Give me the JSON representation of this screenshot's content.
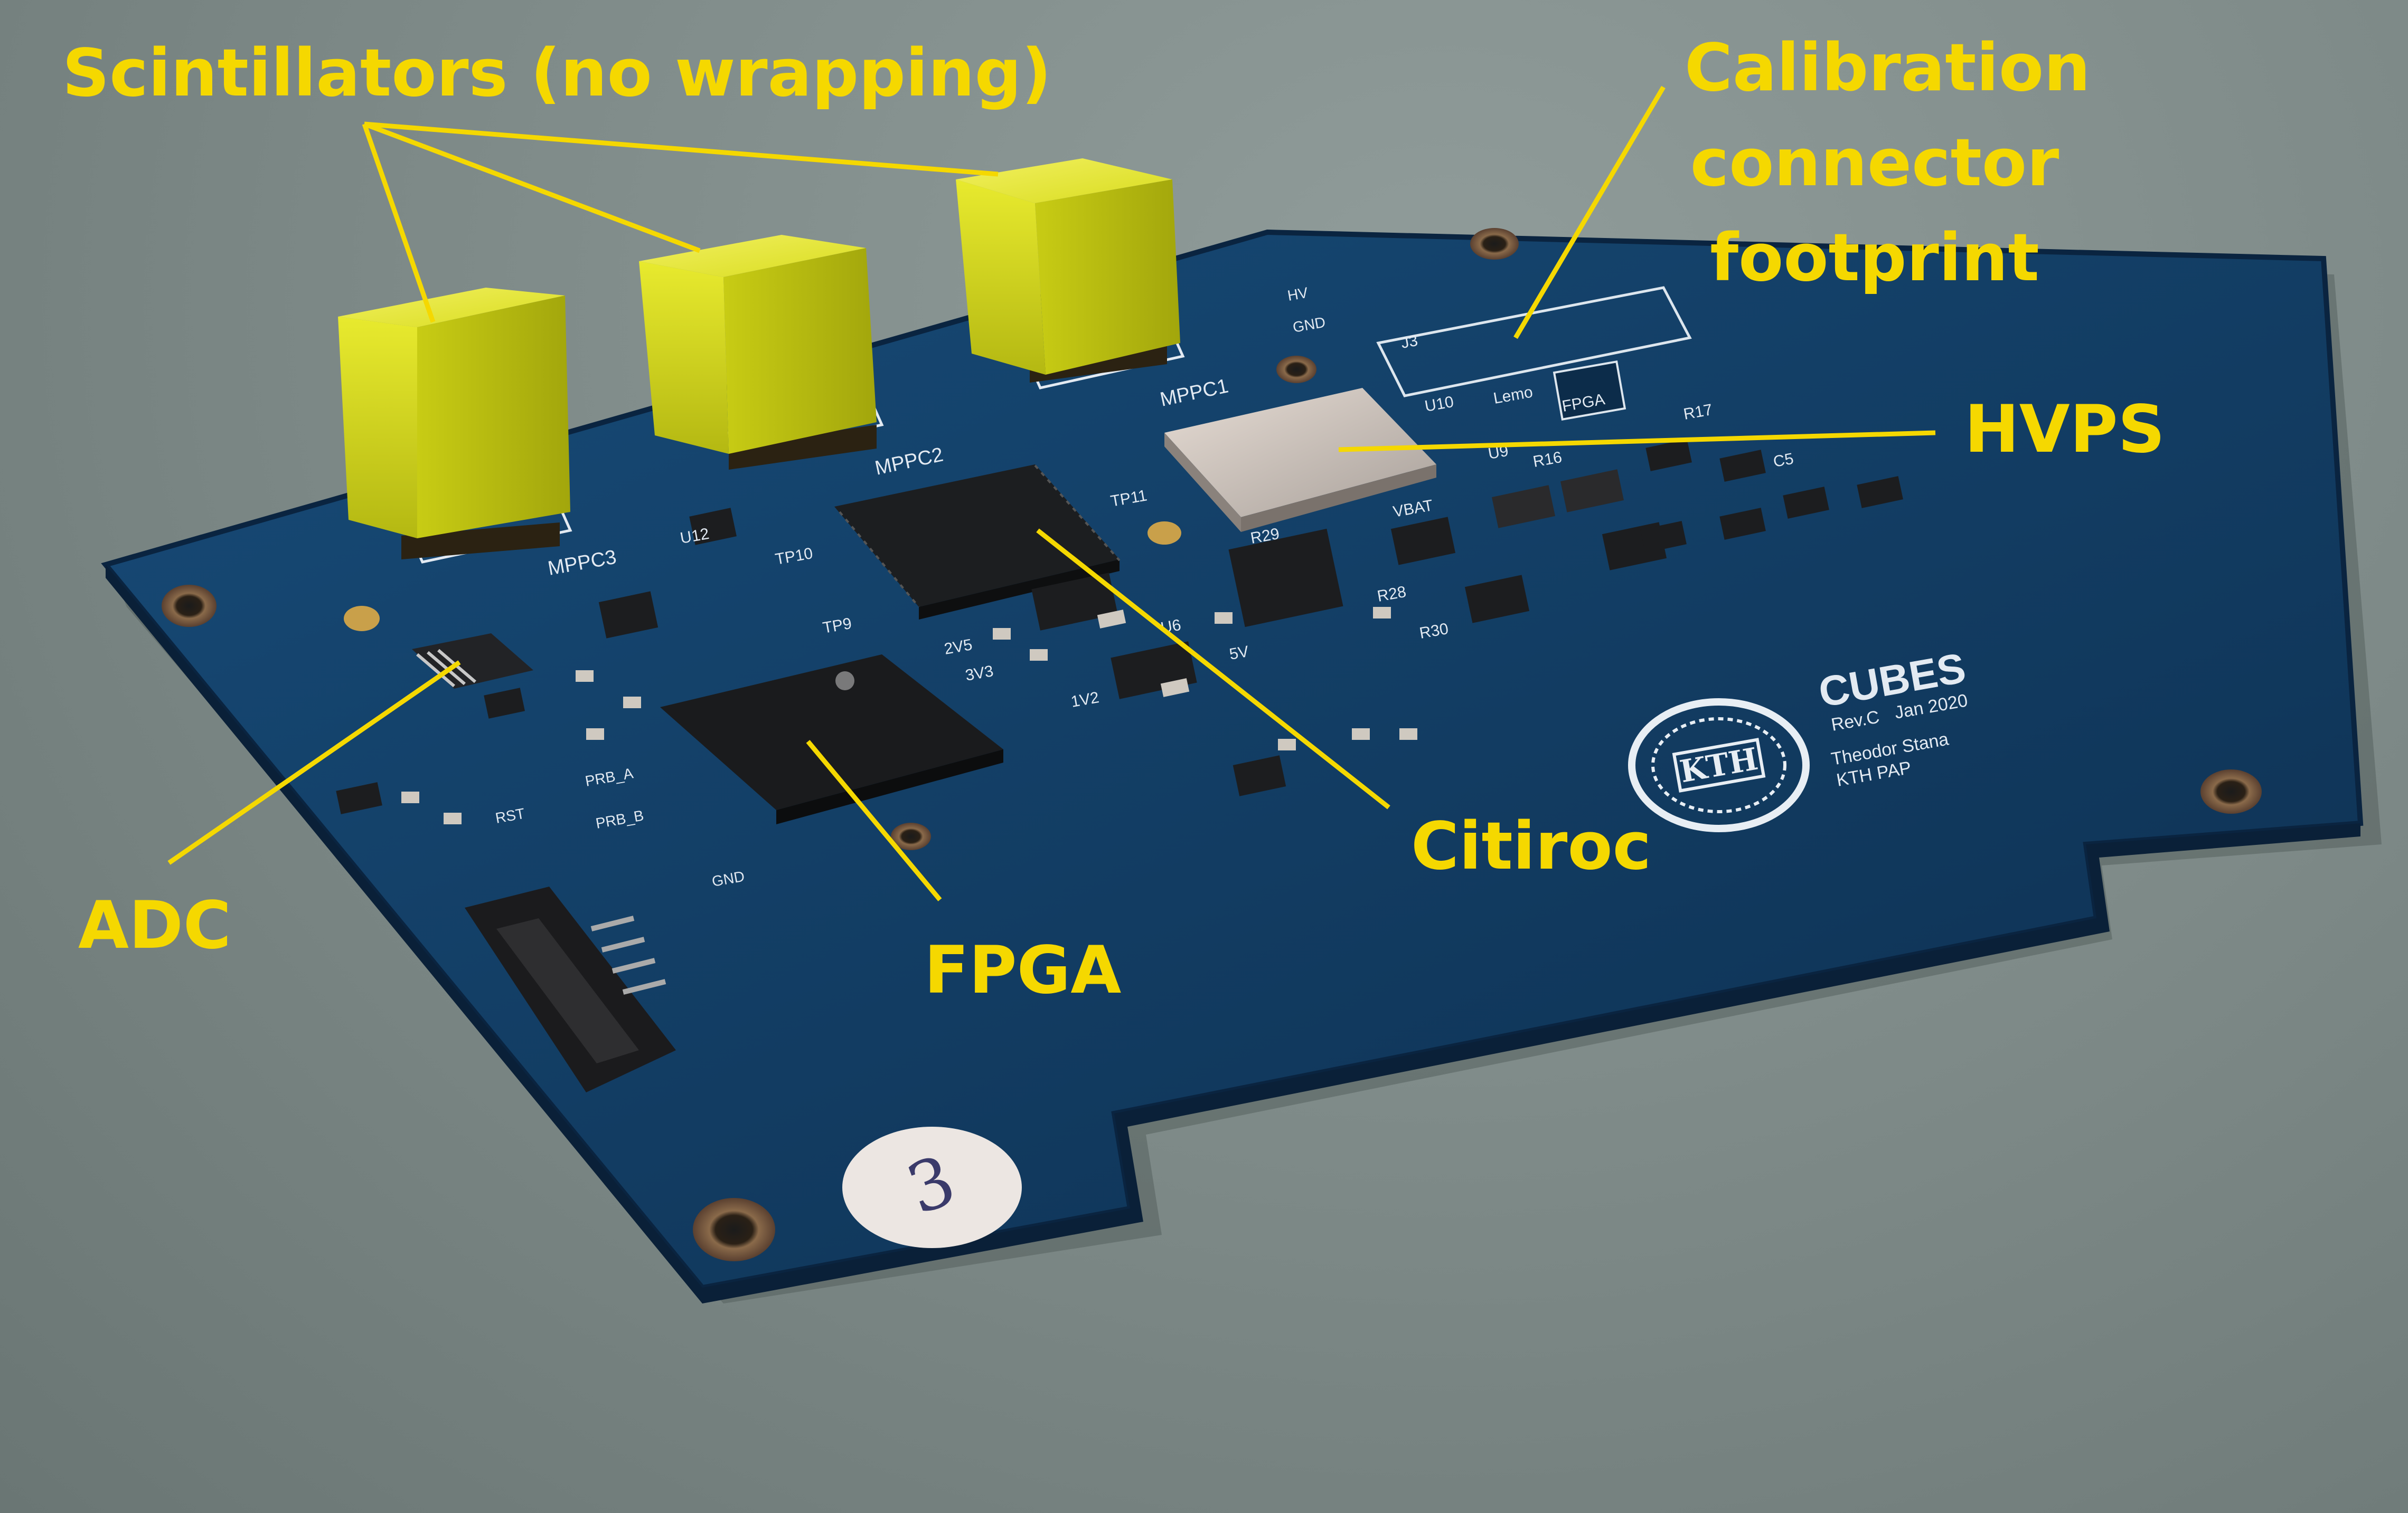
{
  "labels": {
    "scintillators": "Scintillators (no wrapping)",
    "calibration": [
      "Calibration",
      "connector",
      "footprint"
    ],
    "hvps": "HVPS",
    "adc": "ADC",
    "fpga": "FPGA",
    "citiroc": "Citiroc"
  },
  "silkscreen": {
    "mppc": [
      "MPPC3",
      "MPPC2",
      "MPPC1"
    ],
    "title": "CUBES",
    "rev": "Rev.C",
    "date": "Jan 2020",
    "author": "Theodor Stana",
    "org": "KTH PAP",
    "kth": "KTH",
    "lemo": "Lemo",
    "fpga": "FPGA",
    "gnd": "GND",
    "vbat": "VBAT",
    "misc": [
      "J3",
      "U10",
      "U9",
      "R16",
      "R17",
      "C5",
      "R29",
      "R28",
      "R30",
      "TP11",
      "TP10",
      "TP9",
      "U12",
      "U6",
      "2V5",
      "3V3",
      "1V2",
      "5V",
      "PRB_A",
      "PRB_B",
      "RST",
      "HV"
    ]
  },
  "sticker_text": "3",
  "colors": {
    "background": "#7c8886",
    "pcb": "#123c62",
    "label": "#f5d800",
    "scintillator": "#e3e800"
  }
}
